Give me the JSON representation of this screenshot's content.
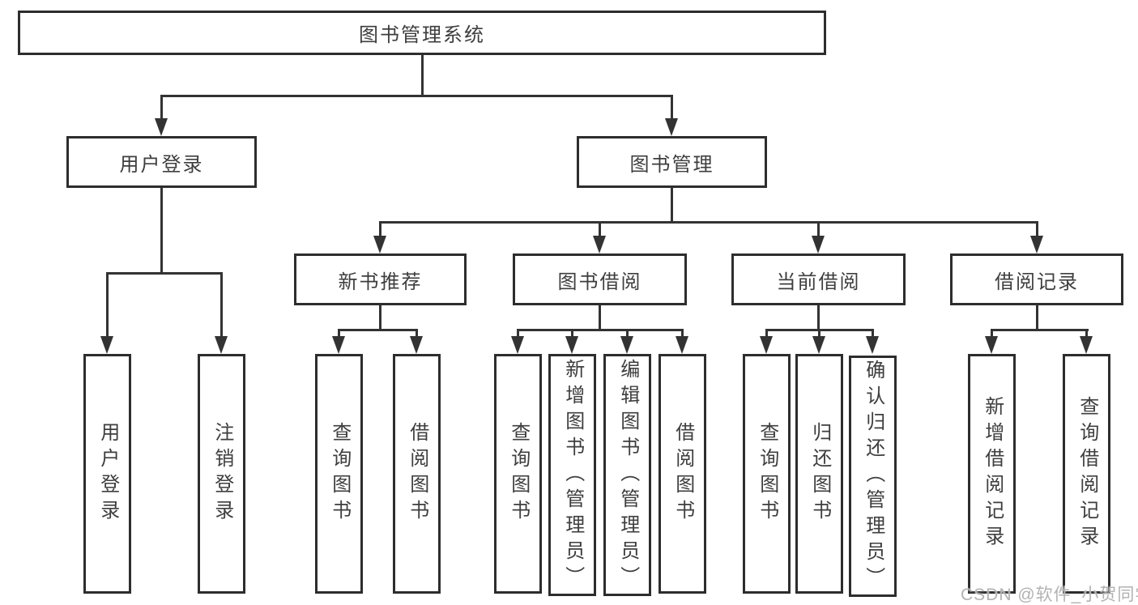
{
  "diagram": {
    "root": "图书管理系统",
    "level2": [
      "用户登录",
      "图书管理"
    ],
    "level3": [
      "新书推荐",
      "图书借阅",
      "当前借阅",
      "借阅记录"
    ],
    "leaves": {
      "user_login": [
        "用户登录",
        "注销登录"
      ],
      "new_book": [
        "查询图书",
        "借阅图书"
      ],
      "book_borrow": [
        "查询图书",
        "新增图书（管理员）",
        "编辑图书（管理员）",
        "借阅图书"
      ],
      "current_borrow": [
        "查询图书",
        "归还图书",
        "确认归还（管理员）"
      ],
      "borrow_record": [
        "新增借阅记录",
        "查询借阅记录"
      ]
    }
  },
  "icons": {
    "arrowhead": "triangle-down"
  },
  "colors": {
    "border": "#2d2d2d",
    "line": "#333333",
    "text": "#3e3e3e",
    "watermark": "#b2b2b2",
    "background": "#ffffff"
  },
  "watermark": {
    "text": "CSDN @软件_小贺同学"
  }
}
